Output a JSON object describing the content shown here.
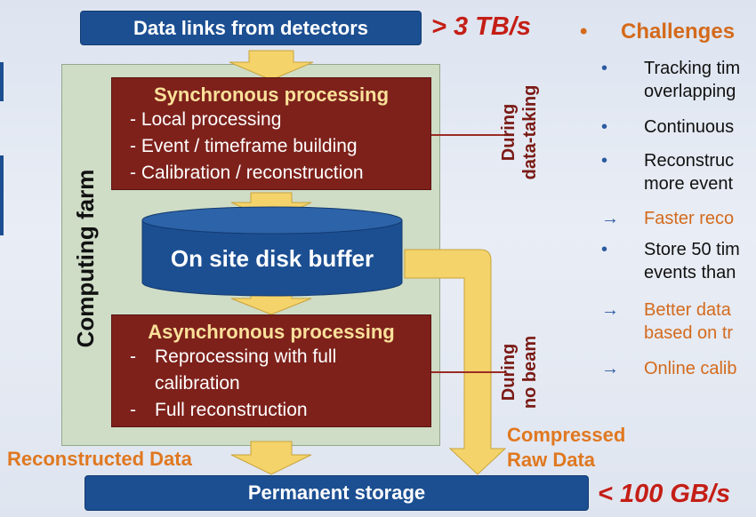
{
  "diagram": {
    "top_bar": "Data links from detectors",
    "top_rate": "> 3 TB/s",
    "farm_label": "Computing farm",
    "sync": {
      "title": "Synchronous processing",
      "lines": [
        "- Local processing",
        "- Event / timeframe building",
        "- Calibration / reconstruction"
      ]
    },
    "disk": "On site disk buffer",
    "async": {
      "title": "Asynchronous processing",
      "line1_dash": "-",
      "line1a": "Reprocessing with full",
      "line1b": "calibration",
      "line2_dash": "-",
      "line2": "Full reconstruction"
    },
    "during_taking": [
      "During",
      "data-taking"
    ],
    "during_nobeam": [
      "During",
      "no beam"
    ],
    "compressed": [
      "Compressed",
      "Raw Data"
    ],
    "reconstructed": "Reconstructed Data",
    "bottom_bar": "Permanent storage",
    "bottom_rate": "< 100 GB/s"
  },
  "right_panel": {
    "heading_marker": "•",
    "heading": "Challenges",
    "items": [
      {
        "marker": "•",
        "lines": [
          "Tracking tim",
          "overlapping"
        ],
        "kind": "bullet"
      },
      {
        "marker": "•",
        "lines": [
          "Continuous"
        ],
        "kind": "bullet"
      },
      {
        "marker": "•",
        "lines": [
          "Reconstruc",
          "more event"
        ],
        "kind": "bullet"
      },
      {
        "marker": "→",
        "lines": [
          "Faster reco"
        ],
        "kind": "arrow"
      },
      {
        "marker": "•",
        "lines": [
          "Store 50 tim",
          "events than"
        ],
        "kind": "bullet"
      },
      {
        "marker": "→",
        "lines": [
          "Better data",
          "based on tr"
        ],
        "kind": "arrow"
      },
      {
        "marker": "→",
        "lines": [
          "Online calib"
        ],
        "kind": "arrow"
      }
    ]
  },
  "colors": {
    "dark_blue": "#1c4f92",
    "dark_red": "#7e211b",
    "farm_green": "#cfdcc6",
    "arrow_yellow": "#f4d36a",
    "orange": "#e07820",
    "rate_red": "#c41e16"
  }
}
